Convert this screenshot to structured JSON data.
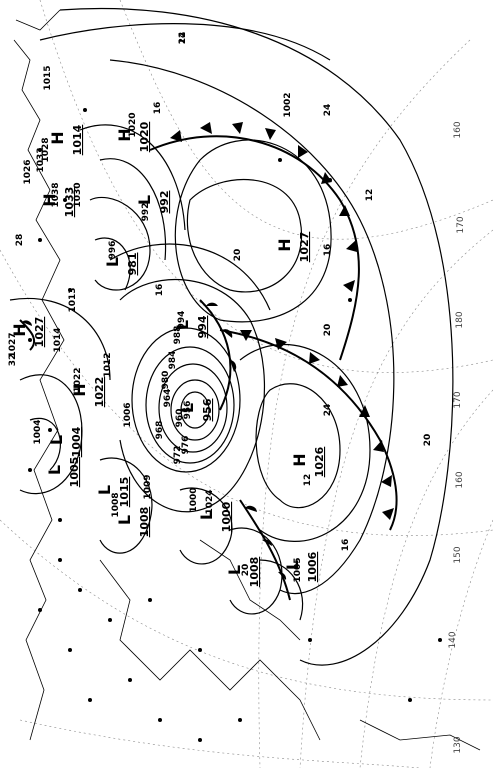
{
  "map": {
    "isobar_labels": [
      "12",
      "16",
      "20",
      "24",
      "28",
      "32",
      "1004",
      "1008",
      "1012",
      "1013",
      "1014",
      "1015",
      "1020",
      "1022",
      "1024",
      "1026",
      "1027",
      "1028",
      "1030",
      "1033",
      "1038",
      "992",
      "996",
      "980",
      "984",
      "988",
      "976",
      "972",
      "956",
      "960",
      "964",
      "968",
      "994",
      "1000",
      "1005",
      "1006",
      "1009",
      "1002",
      "12",
      "16",
      "20",
      "24",
      "20",
      "16",
      "12",
      "20",
      "16",
      "24"
    ],
    "pressure_centers": [
      {
        "type": "H",
        "value": "1020"
      },
      {
        "type": "H",
        "value": "1027"
      },
      {
        "type": "H",
        "value": "1026"
      },
      {
        "type": "L",
        "value": "956"
      },
      {
        "type": "L",
        "value": "994"
      },
      {
        "type": "L",
        "value": "992"
      },
      {
        "type": "L",
        "value": "981"
      },
      {
        "type": "L",
        "value": "1000"
      },
      {
        "type": "L",
        "value": "1006"
      },
      {
        "type": "L",
        "value": "1008"
      },
      {
        "type": "H",
        "value": "1014"
      },
      {
        "type": "H",
        "value": "1033"
      },
      {
        "type": "H",
        "value": "1022"
      },
      {
        "type": "L",
        "value": "1004"
      },
      {
        "type": "L",
        "value": "1005"
      },
      {
        "type": "L",
        "value": "1015"
      },
      {
        "type": "L",
        "value": "1008"
      },
      {
        "type": "H",
        "value": "1027"
      }
    ],
    "longitude_labels": [
      "160",
      "170",
      "180",
      "170",
      "160",
      "150",
      "140",
      "130"
    ],
    "colors": {
      "ink": "#000000",
      "grid": "#8a8a8a",
      "paper": "#ffffff"
    }
  }
}
